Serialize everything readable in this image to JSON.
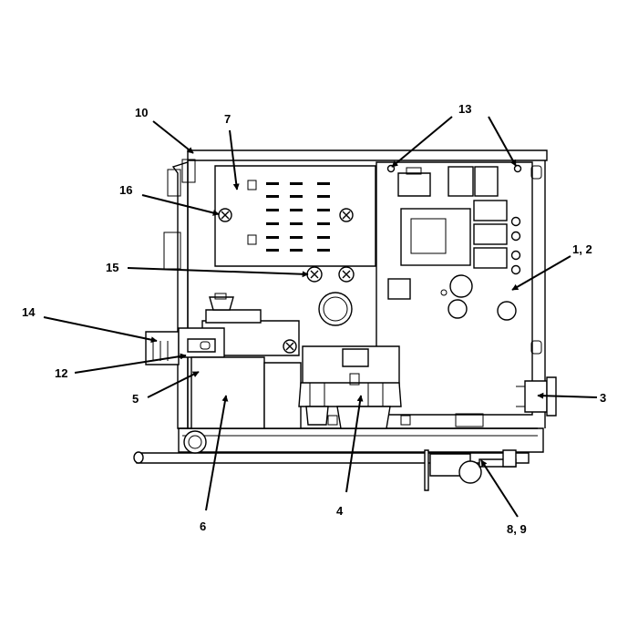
{
  "callouts": {
    "c1": "1, 2",
    "c3": "3",
    "c4": "4",
    "c5": "5",
    "c6": "6",
    "c7": "7",
    "c89": "8, 9",
    "c10": "10",
    "c12": "12",
    "c13": "13",
    "c14": "14",
    "c15": "15",
    "c16": "16"
  },
  "colors": {
    "ink": "#000000",
    "paper": "#ffffff"
  }
}
